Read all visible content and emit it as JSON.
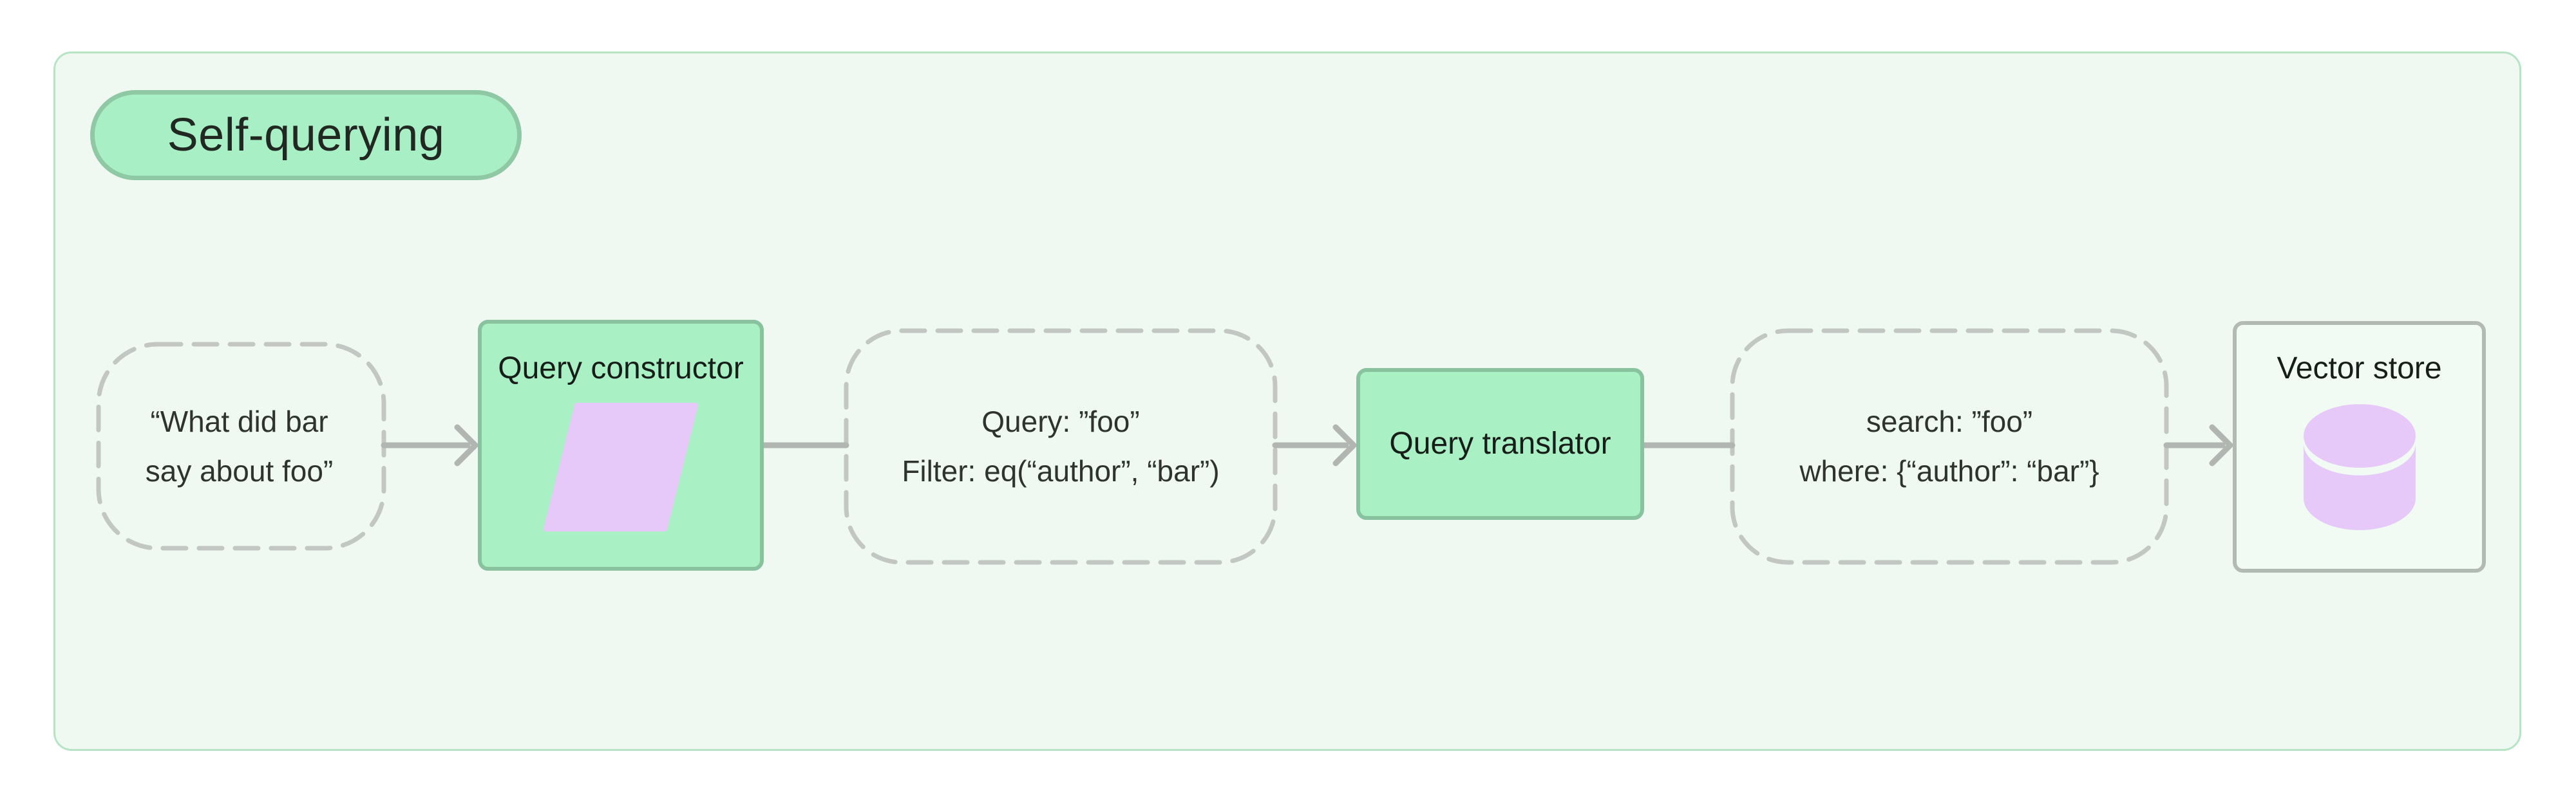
{
  "title": {
    "label": "Self-querying"
  },
  "nodes": {
    "user_query": {
      "line1": "“What did bar",
      "line2": "say about foo”"
    },
    "query_constructor": {
      "label": "Query constructor"
    },
    "constructed_query": {
      "line1": "Query: ”foo”",
      "line2": "Filter: eq(“author”, “bar”)"
    },
    "query_translator": {
      "label": "Query translator"
    },
    "translated_query": {
      "line1": "search: ”foo”",
      "line2": "where: {“author”: “bar”}"
    },
    "vector_store": {
      "label": "Vector store"
    }
  },
  "icons": {
    "query_constructor_icon": "parallelogram-icon",
    "vector_store_icon": "database-cylinder-icon"
  },
  "colors": {
    "page_background": "#ffffff",
    "panel_fill": "#eff9f2",
    "panel_border": "#b6e4c4",
    "pill_fill": "#a9efc5",
    "pill_border": "#8fc8a4",
    "component_fill": "#a9f0c4",
    "component_border": "#88c29e",
    "store_fill": "#f1faf3",
    "store_border": "#b3bab4",
    "dashed_node_border": "#c3c7c3",
    "connector": "#b2b6b2",
    "icon_lavender": "#e6c9f8",
    "title_text": "#212822",
    "node_text": "#2e332e"
  }
}
